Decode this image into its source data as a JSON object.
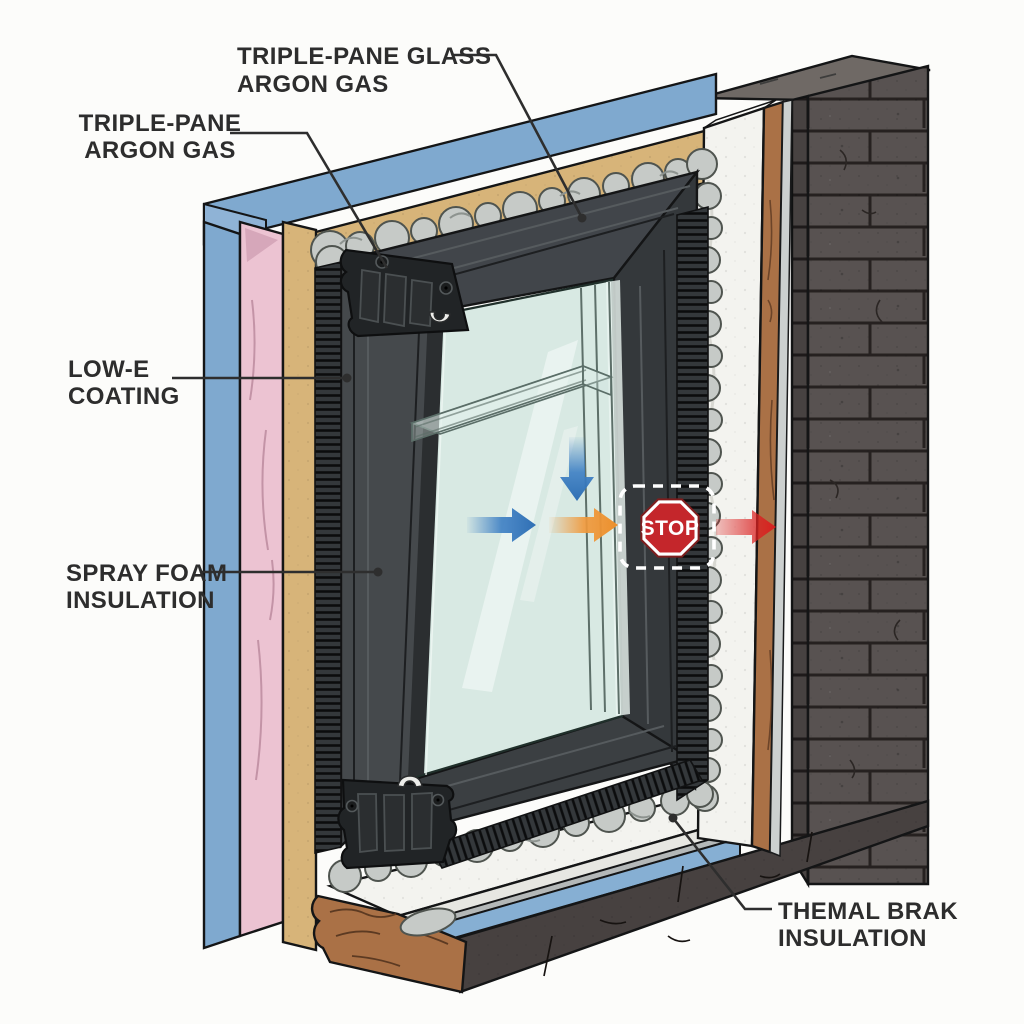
{
  "diagram": {
    "subject": "insulated triple-pane window wall cutaway",
    "labels": {
      "triple_pane_glass": {
        "line1": "TRIPLE-PANE GLASS",
        "line2": "ARGON GAS"
      },
      "triple_pane_argon": {
        "line1": "TRIPLE-PANE",
        "line2": "ARGON GAS"
      },
      "low_e_coating": {
        "line1": "LOW-E",
        "line2": "COATING"
      },
      "spray_foam": {
        "line1": "SPRAY FOAM",
        "line2": "INSULATION"
      },
      "thermal_break": {
        "line1": "THEMAL BRAK",
        "line2": "INSULATION"
      }
    },
    "stop_sign": {
      "label": "STOP"
    },
    "arrows": {
      "heat_inside_blue": {
        "direction": "right",
        "color": "#3d7fc4"
      },
      "cold_drop_blue": {
        "direction": "down",
        "color": "#3d7fc4"
      },
      "transfer_orange": {
        "direction": "right",
        "color": "#f0993c"
      },
      "escape_red": {
        "direction": "right",
        "color": "#e02525"
      }
    },
    "colors": {
      "exterior_panel_blue": "#7fa9cf",
      "insulation_pink": "#ecc3d2",
      "sheathing_tan": "#d7b479",
      "frame_dark": "#3d4144",
      "glass": "#d8e9e3",
      "spray_foam_gray": "#c6cac7",
      "foam_board_white": "#f3f3ef",
      "wood_brown": "#aa7146",
      "brick_dark": "#575150",
      "stop_red": "#c4262b"
    }
  }
}
